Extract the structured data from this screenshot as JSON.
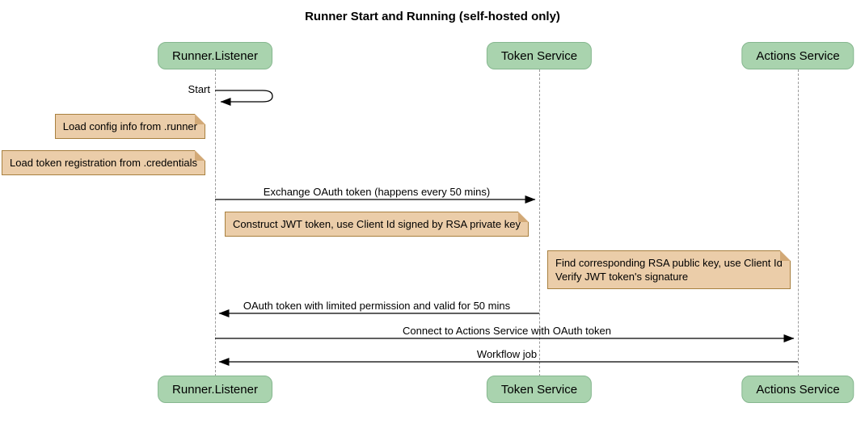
{
  "title": "Runner Start and Running (self-hosted only)",
  "participants": [
    {
      "name": "Runner.Listener"
    },
    {
      "name": "Token Service"
    },
    {
      "name": "Actions Service"
    }
  ],
  "messages": [
    {
      "label": "Start",
      "from": "Runner.Listener",
      "to": "Runner.Listener",
      "kind": "self"
    },
    {
      "label": "Exchange OAuth token (happens every 50 mins)",
      "from": "Runner.Listener",
      "to": "Token Service",
      "kind": "solid"
    },
    {
      "label": "OAuth token with limited permission and valid for 50 mins",
      "from": "Token Service",
      "to": "Runner.Listener",
      "kind": "solid"
    },
    {
      "label": "Connect to Actions Service with OAuth token",
      "from": "Runner.Listener",
      "to": "Actions Service",
      "kind": "solid"
    },
    {
      "label": "Workflow job",
      "from": "Actions Service",
      "to": "Runner.Listener",
      "kind": "solid"
    }
  ],
  "notes": [
    {
      "text": "Load config info from .runner",
      "position": "left of Runner.Listener"
    },
    {
      "text": "Load token registration from .credentials",
      "position": "left of Runner.Listener"
    },
    {
      "text": "Construct JWT token, use Client Id signed by RSA private key",
      "position": "between Runner.Listener and Token Service"
    },
    {
      "lines": [
        "Find corresponding RSA public key, use Client Id",
        "Verify JWT token's signature"
      ],
      "position": "left of Actions Service"
    }
  ],
  "colors": {
    "participant_fill": "#a9d3ae",
    "participant_border": "#86b78f",
    "note_fill": "#ebcda9",
    "note_border": "#a8803f",
    "lifeline": "#9a9a9a",
    "arrow": "#000000",
    "background": "#ffffff"
  }
}
